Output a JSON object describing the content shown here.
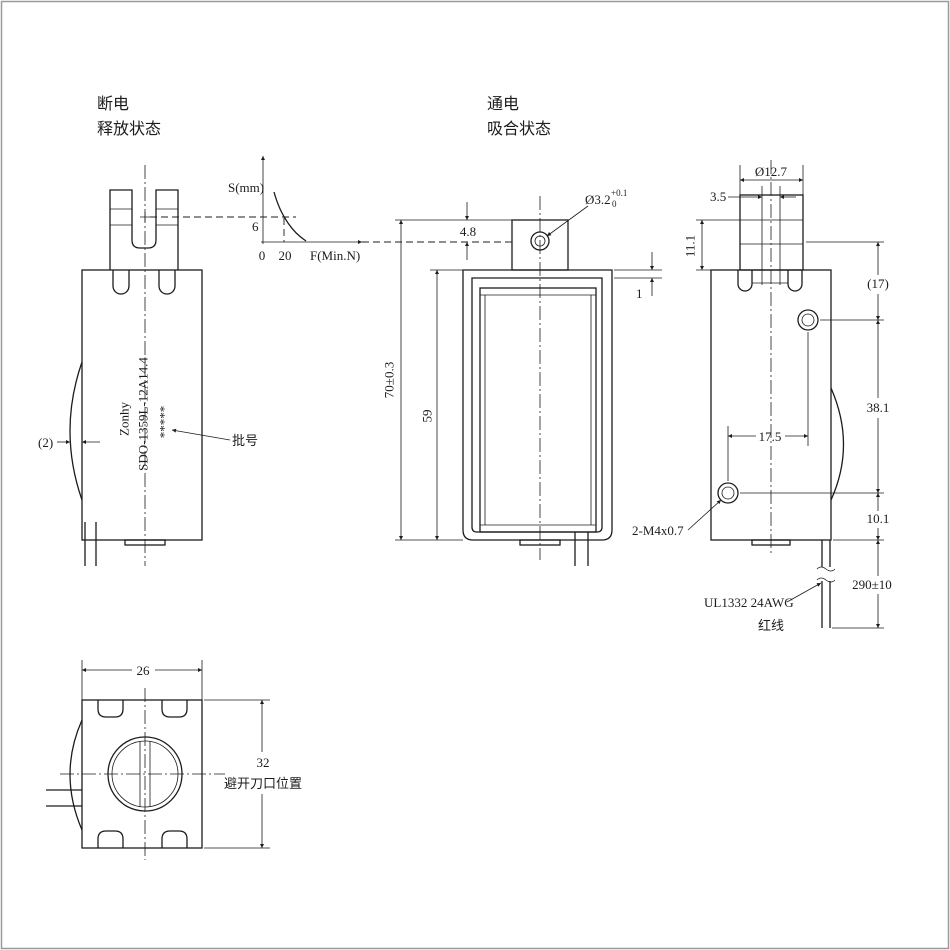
{
  "released_view": {
    "title_line1": "断电",
    "title_line2": "释放状态"
  },
  "energized_view": {
    "title_line1": "通电",
    "title_line2": "吸合状态"
  },
  "force_stroke_graph": {
    "y_axis_label": "S(mm)",
    "stroke_value": "6",
    "origin_label": "0",
    "force_value": "20",
    "x_axis_label": "F(Min.N)"
  },
  "body_marking": {
    "brand": "Zonhy",
    "model": "SDO-1359L-12A14.4",
    "batch_code": "*****"
  },
  "annotations": {
    "batch_label": "批号",
    "thread_spec": "2-M4x0.7",
    "wire_spec": "UL1332 24AWG",
    "wire_color": "红线",
    "avoid_note": "避开刀口位置"
  },
  "dimensions": {
    "bulge_gap": "(2)",
    "pin_offset": "4.8",
    "pin_hole_dia": "Ø3.2",
    "pin_hole_tol_upper": "+0.1",
    "pin_hole_tol_lower": "0",
    "overall_height": "70±0.3",
    "frame_height": "59",
    "flange_thickness": "1",
    "plunger_dia": "Ø12.7",
    "slot_width": "3.5",
    "plunger_protrusion": "11.1",
    "pin_to_upper_hole": "(17)",
    "hole_vertical_spacing": "38.1",
    "hole_horizontal_spacing": "17.5",
    "lower_hole_to_bottom": "10.1",
    "lead_length": "290±10",
    "body_width": "26",
    "body_depth": "32"
  }
}
